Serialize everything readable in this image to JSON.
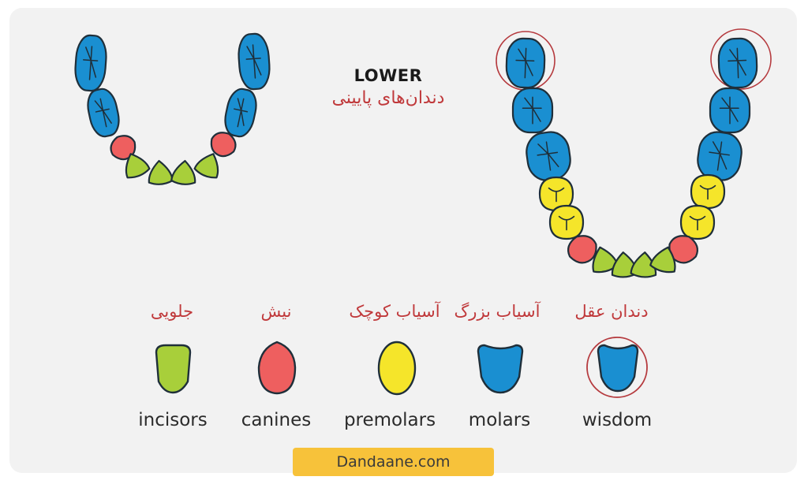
{
  "heading": {
    "en": "LOWER",
    "fa": "دندان‌های پایینی"
  },
  "colors": {
    "incisors": "#a8cf3a",
    "canines": "#ee5f5f",
    "premolars": "#f5e52a",
    "molars": "#1a8fd1",
    "outline": "#1f2f3a",
    "highlight_ring": "#b53a3e",
    "footer_bg": "#f7c23a"
  },
  "legend": [
    {
      "key": "incisors",
      "fa": "جلویی",
      "en": "incisors"
    },
    {
      "key": "canines",
      "fa": "نیش",
      "en": "canines"
    },
    {
      "key": "premolars",
      "fa": "آسیاب کوچک",
      "en": "premolars"
    },
    {
      "key": "molars",
      "fa": "آسیاب بزرگ",
      "en": "molars"
    },
    {
      "key": "wisdom",
      "fa": "دندان عقل",
      "en": "wisdom"
    }
  ],
  "footer": {
    "text": "Dandaane.com"
  }
}
